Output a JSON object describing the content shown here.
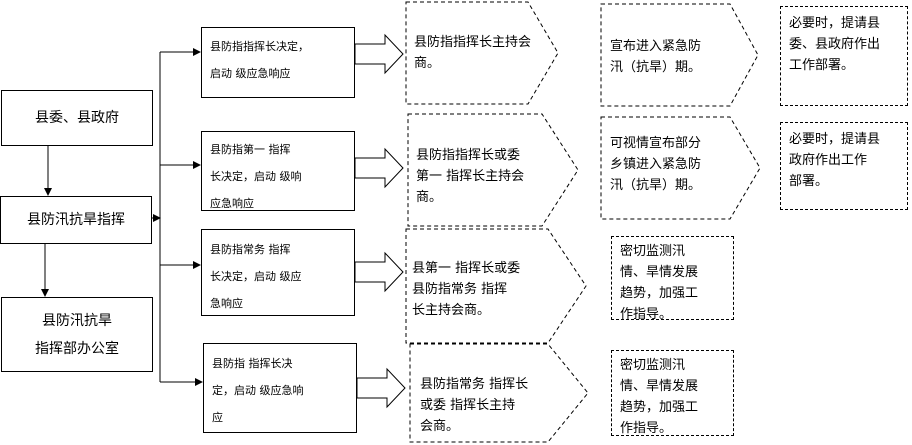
{
  "top_box": {
    "label": "县委、县政府"
  },
  "command_box": {
    "label": "县防汛抗旱指挥"
  },
  "office_box": {
    "label": "县防汛抗旱\n指挥部办公室"
  },
  "decisions": [
    {
      "label": "县防指指挥长决定，\n启动    级应急响应"
    },
    {
      "label": "县防指第一    指挥\n长决定，启动    级响\n应急响应"
    },
    {
      "label": "县防指常务    指挥\n长决定，启动    级应\n急响应"
    },
    {
      "label": "县防指    指挥长决\n定，启动    级应急响\n应"
    }
  ],
  "consultations": [
    {
      "label": "县防指指挥长主持会\n商。"
    },
    {
      "label": "县防指指挥长或委\n第一    指挥长主持会\n商。"
    },
    {
      "label": "县第一    指挥长或委\n    县防指常务    指挥\n长主持会商。"
    },
    {
      "label": "县防指常务    指挥长\n或委        指挥长主持\n会商。"
    }
  ],
  "announcements": [
    {
      "label": "宣布进入紧急防\n汛（抗旱）期。"
    },
    {
      "label": "可视情宣布部分\n乡镇进入紧急防\n汛（抗旱）期。"
    },
    {
      "label": "密切监测汛\n情、旱情发展\n趋势，加强工\n作指导。"
    },
    {
      "label": "密切监测汛\n情、旱情发展\n趋势，加强工\n作指导。"
    }
  ],
  "requests": [
    {
      "label": "必要时，提请县\n委、县政府作出\n工作部署。"
    },
    {
      "label": "必要时，提请县\n政府作出工作\n部署。"
    }
  ]
}
